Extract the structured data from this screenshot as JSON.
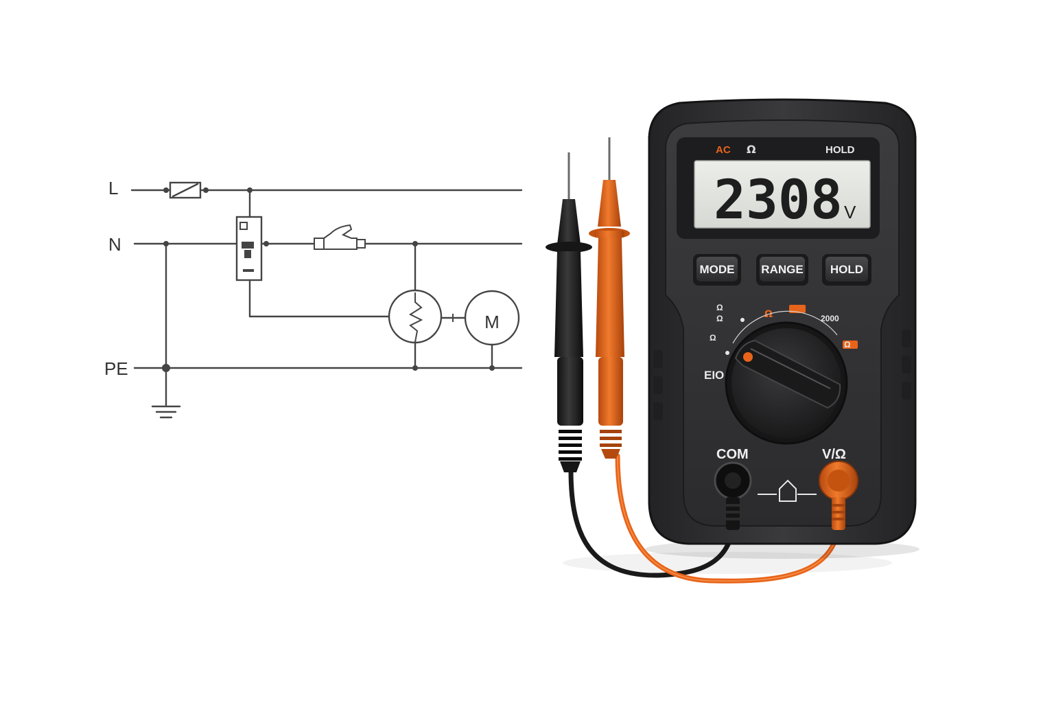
{
  "circuit": {
    "labels": {
      "line": "L",
      "neutral": "N",
      "earth": "PE"
    },
    "motor_label": "M"
  },
  "multimeter": {
    "lcd": {
      "indicator_ac": "AC",
      "indicator_ohm": "Ω",
      "indicator_hold": "HOLD",
      "reading": "2308",
      "unit": "V"
    },
    "buttons": [
      "MODE",
      "RANGE",
      "HOLD"
    ],
    "dial_labels": {
      "top_left_1": "Ω",
      "top_left_2": "Ω",
      "top_center": "Ω",
      "top_right": "2000",
      "left_1": "Ω",
      "left_2": "EIO",
      "right_1": "Ω"
    },
    "jacks": {
      "com": "COM",
      "v_ohm": "V/Ω"
    }
  },
  "colors": {
    "body": "#2f2f31",
    "body_edge": "#1c1c1d",
    "accent_orange": "#e8641a",
    "lcd_bg": "#e4e6e2",
    "probe_black": "#222222",
    "wire": "#444444"
  }
}
